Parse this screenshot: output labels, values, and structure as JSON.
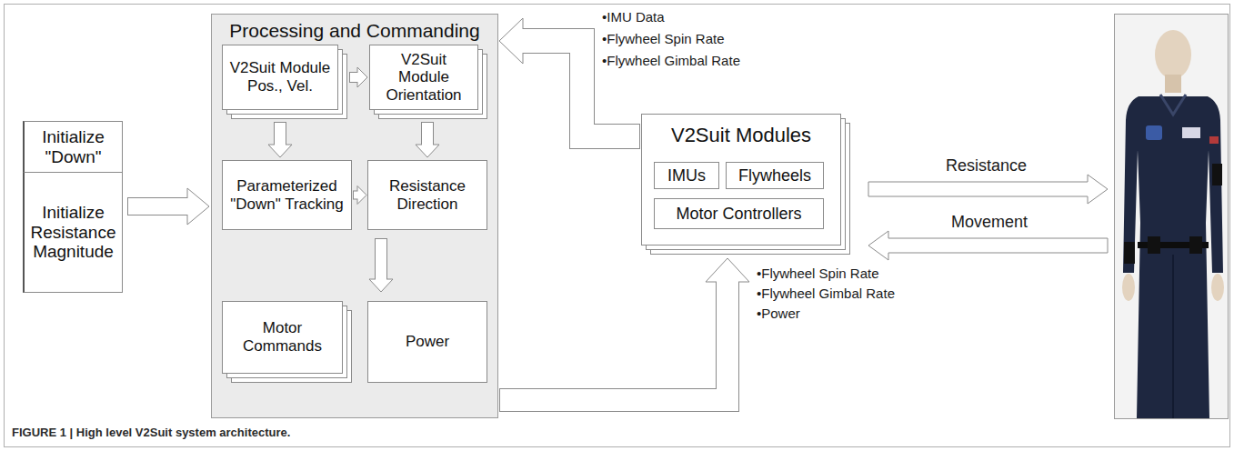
{
  "diagram": {
    "caption": "FIGURE 1 | High level V2Suit system architecture.",
    "nodes": [
      {
        "text": [
          "Initialize \"Down\""
        ]
      },
      {
        "text": [
          "Initialize Resistance Magnitude"
        ]
      },
      {
        "text": [
          "Processing and Commanding"
        ]
      },
      {
        "text": [
          "V2Suit Module Pos., Vel."
        ],
        "in": 2
      },
      {
        "text": [
          "V2Suit Module Orientation"
        ],
        "in": 2
      },
      {
        "text": [
          "Parameterized \"Down\" Tracking"
        ],
        "in": 2
      },
      {
        "text": [
          "Resistance Direction"
        ],
        "in": 2
      },
      {
        "text": [
          "Motor Commands"
        ],
        "in": 2
      },
      {
        "text": [
          "Power"
        ],
        "in": 2
      },
      {
        "text": [
          "V2Suit Modules"
        ]
      },
      {
        "text": [
          "IMUs"
        ],
        "in": 9
      },
      {
        "text": [
          "Flywheels"
        ],
        "in": 9
      },
      {
        "text": [
          "Motor Controllers"
        ],
        "in": 9
      }
    ],
    "edges": [
      {
        "from": 1,
        "to": 2,
        "arrow": "to"
      },
      {
        "from": 3,
        "to": 4,
        "arrow": "to"
      },
      {
        "from": 3,
        "to": 5,
        "arrow": "to"
      },
      {
        "from": 4,
        "to": 6,
        "arrow": "to"
      },
      {
        "from": 5,
        "to": 6,
        "arrow": "to"
      },
      {
        "from": 6,
        "to": 7,
        "arrow": "to"
      },
      {
        "from": 2,
        "to": 9,
        "arrow": "to"
      },
      {
        "from": 9,
        "to": 2,
        "arrow": "to"
      }
    ],
    "labels": [
      "•IMU Data",
      "•Flywheel Spin Rate",
      "•Flywheel Gimbal Rate",
      "•Flywheel Spin Rate",
      "•Flywheel Gimbal Rate",
      "•Power",
      "Resistance",
      "Movement"
    ]
  }
}
